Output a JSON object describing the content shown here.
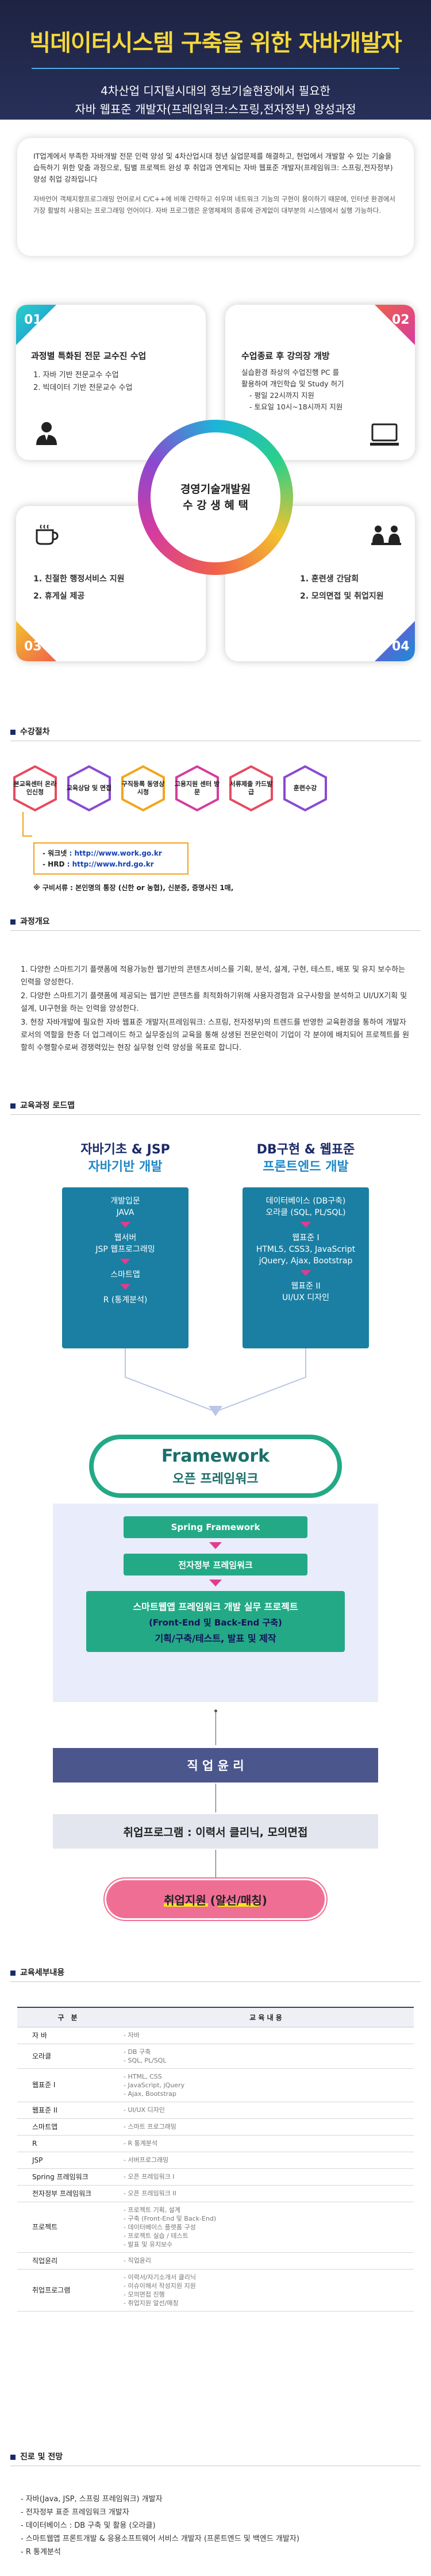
{
  "hero": {
    "title": "빅데이터시스템 구축을 위한 자바개발자",
    "sub1": "4차산업 디지털시대의 정보기술현장에서 필요한",
    "sub2": "자바 웹표준 개발자(프레임워크:스프링,전자정부) 양성과정"
  },
  "intro": {
    "p1": "IT업계에서 부족한 자바개발 전문 인력 양성 및 4차산업시대 청년 실업문제를 해결하고, 현업에서 개발할 수 있는 기술을 습득하기 위한 맞춤 과정으로, 팀별 프로젝트 완성 후 취업과 연계되는 자바 웹표준 개발자(프레임워크: 스프링,전자정부) 양성 취업 강좌입니다",
    "p2": "자바언어 객체지향프로그래밍 언어로서 C/C++에 비해 간략하고 쉬우며 네트워크 기능의 구현이 용이하기 때문에, 인터넷 환경에서 가장 활발히 사용되는 프로그래밍 언어이다. 자바 프로그램은 운영체제의 종류에 관계없이 대부분의 시스템에서 실행 가능하다."
  },
  "benefits": {
    "hub1": "경영기술개발원",
    "hub2": "수 강 생 혜 택",
    "cards": [
      {
        "num": "01",
        "title": "과정별 특화된 전문 교수진 수업",
        "items": [
          "1. 자바 기반 전문교수 수업",
          "2. 빅데이터 기반 전문교수 수업"
        ]
      },
      {
        "num": "02",
        "title": "수업종료 후 강의장 개방",
        "items": [
          "실습환경 좌상의 수업진행 PC 를",
          "활용하여 개인학습 및 Study 허기",
          "- 평일 22시까지 지원",
          "- 토요일 10시~18시까지 지원"
        ]
      },
      {
        "num": "03",
        "title": "",
        "items": [
          "1. 친절한 행정서비스 지원",
          "2. 휴게실 제공"
        ]
      },
      {
        "num": "04",
        "title": "",
        "items": [
          "1. 훈련생 간담회",
          "2. 모의면접 및 취업지원"
        ]
      }
    ]
  },
  "process": {
    "heading": "수강절차",
    "steps": [
      "본교육센터 온라인신청",
      "교육상담 및 면접",
      "구직등록 동영상시청",
      "고용지원 센터 방문",
      "서류제출 카드발급",
      "훈련수강"
    ],
    "url1_label": "- 워크넷",
    "url1": ": http://www.work.go.kr",
    "url2_label": "- HRD",
    "url2": ": http://www.hrd.go.kr",
    "note": "※ 구비서류 : 본인명의 통장 (신한 or 농협), 신분증, 증명사진 1매,"
  },
  "overview": {
    "heading": "과정개요",
    "p1": "1. 다양한 스마트기기 플랫폼에 적용가능한 웹기반의 콘텐츠서비스를 기획, 분석, 설계, 구현, 테스트, 배포 및 유지 보수하는 인력을 양성한다.",
    "p2": "2. 다양한 스마트기기 플랫폼에 제공되는 웹기반 콘텐츠를 최적화하기위해 사용자경험과 요구사항을 분석하고 UI/UX기획 및 설계, UI구현을 하는 인력을 양성한다.",
    "p3": "3. 현장 자바개발에 필요한 자바 웹표준 개발자(프레임워크: 스프링, 전자정부)의 트렌드를 반영한 교육환경을 통하여 개발자로서의 역할을 한층 더 업그레이드 하고 실무중심의 교육을 통해 상생된 전문인력이 기업이 각 분야에 배치되어 프로젝트를 원할히 수행할수로써 경쟁력있는 현장 실무형 인력 양성을 목표로 합니다."
  },
  "roadmap": {
    "heading": "교육과정 로드맵",
    "left_head1": "자바기초 & JSP",
    "left_head2": "자바기반 개발",
    "right_head1": "DB구현 & 웹표준",
    "right_head2": "프론트엔드 개발",
    "left_items": [
      [
        "개발입문",
        "JAVA"
      ],
      [
        "웹서버",
        "JSP 웹프로그래밍"
      ],
      [
        "스마트앱"
      ],
      [
        "R (통계분석)"
      ]
    ],
    "right_items": [
      [
        "데이터베이스 (DB구축)",
        "오라클 (SQL, PL/SQL)"
      ],
      [
        "웹표준 I",
        "HTML5, CSS3, JavaScript",
        "jQuery, Ajax, Bootstrap"
      ],
      [
        "웹표준 II",
        "UI/UX 디자인"
      ]
    ],
    "framework": "Framework",
    "framework_sub": "오픈 프레임워크",
    "spring": "Spring Framework",
    "egov": "전자정부 프레임워크",
    "project1": "스마트웹앱 프레임워크 개발 실무 프로젝트",
    "project2": "(Front-End 및 Back-End 구축)",
    "project3": "기획/구축/테스트, 발표 및 제작",
    "ethics": "직 업 윤 리",
    "job": "취업프로그램 : 이력서 클리닉, 모의면접",
    "final": "취업지원 (알선/매칭)"
  },
  "detail": {
    "heading": "교육세부내용",
    "col1": "구　분",
    "col2": "교 육 내 용",
    "rows": [
      {
        "k": "자 바",
        "v": [
          "- 자바"
        ]
      },
      {
        "k": "오라클",
        "v": [
          "- DB 구축",
          "- SQL, PL/SQL"
        ]
      },
      {
        "k": "웹표준 I",
        "v": [
          "- HTML, CSS",
          "- JavaScript, jQuery",
          "- Ajax, Bootstrap"
        ]
      },
      {
        "k": "웹표준 II",
        "v": [
          "- UI/UX 디자인"
        ]
      },
      {
        "k": "스마트앱",
        "v": [
          "- 스마트 프로그래밍"
        ]
      },
      {
        "k": "R",
        "v": [
          "- R 통계분석"
        ]
      },
      {
        "k": "JSP",
        "v": [
          "- 서버프로그래밍"
        ]
      },
      {
        "k": "Spring 프레임워크",
        "v": [
          "- 오픈 프레임워크 I"
        ]
      },
      {
        "k": "전자정부 프레임워크",
        "v": [
          "- 오픈 프레임워크 II"
        ]
      },
      {
        "k": "프로젝트",
        "v": [
          "- 프로젝트 기획, 설계",
          "- 구축 (Front-End 및 Back-End)",
          "- 데이터베이스 플랫폼 구성",
          "- 프로젝트 실습 / 테스트",
          "- 발표 및 유지보수"
        ]
      },
      {
        "k": "직업윤리",
        "v": [
          "- 직업윤리"
        ]
      },
      {
        "k": "취업프로그램",
        "v": [
          "- 이력서/자기소개서 클리닉",
          "- 이슈이해서 작성지원 지원",
          "- 모의면접 진행",
          "- 취업지원 알선/매칭"
        ]
      }
    ]
  },
  "career": {
    "heading": "진로 및 전망",
    "items": [
      "- 자바(Java, JSP, 스프링 프레임워크) 개발자",
      "- 전자정부 표준 프레임워크 개발자",
      "- 데이터베이스 : DB 구축 및 활용 (오라클)",
      "- 스마트웹앱 프론트개발 & 응용소프트웨어 서비스 개발자 (프론트엔드 및 백엔드 개발자)",
      "- R 통계분석"
    ]
  }
}
